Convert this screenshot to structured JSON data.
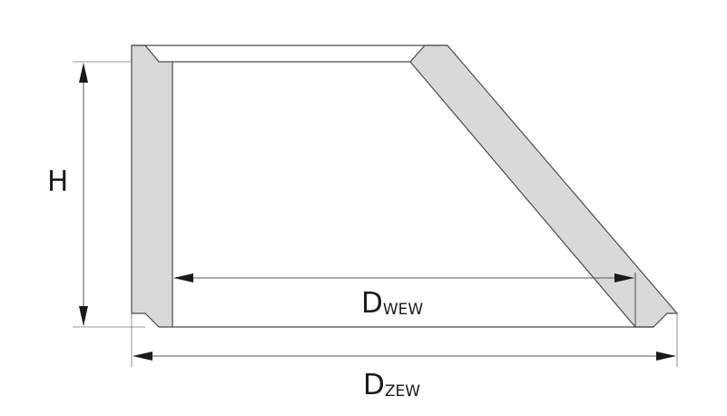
{
  "labels": {
    "height": "H",
    "inner_diameter_main": "D",
    "inner_diameter_sub": "WEW",
    "outer_diameter_main": "D",
    "outer_diameter_sub": "ZEW"
  },
  "colors": {
    "background": "#ffffff",
    "wall_fill": "#d9d9d9",
    "outline": "#4a4a4a",
    "dimension_line": "#555555",
    "text": "#1a1a1a"
  }
}
